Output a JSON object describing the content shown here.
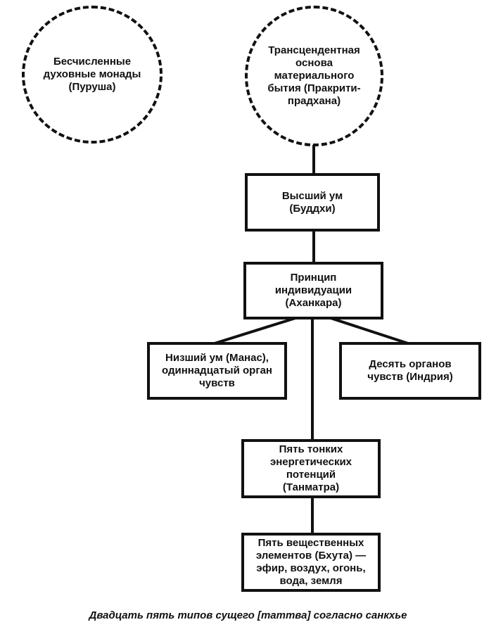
{
  "nodes": {
    "purusha": "Бесчисленные\nдуховные монады\n(Пуруша)",
    "prakriti": "Трансцендентная\nоснова\nматериального\nбытия (Пракрити-\nпрадхана)",
    "buddhi": "Высший ум\n(Буддхи)",
    "ahankara": "Принцип\nиндивидуации\n(Аханкара)",
    "manas": "Низший ум (Манас),\nодиннадцатый орган\nчувств",
    "indriya": "Десять органов\nчувств (Индрия)",
    "tanmatra": "Пять тонких\nэнергетических\nпотенций\n(Танматра)",
    "bhuta": "Пять вещественных\nэлементов (Бхута) —\nэфир, воздух, огонь,\nвода, земля"
  },
  "caption": "Двадцать пять типов сущего [таттва] согласно санкхье"
}
